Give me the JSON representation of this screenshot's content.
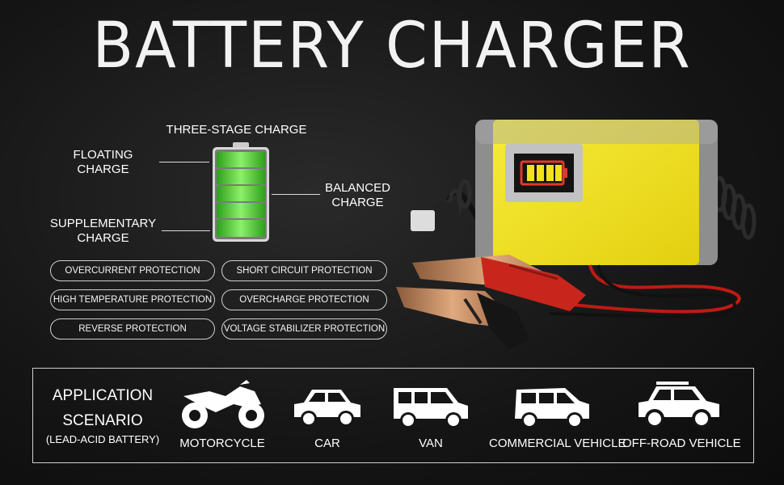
{
  "title": "BATTERY CHARGER",
  "charge_stages": {
    "heading": "THREE-STAGE CHARGE",
    "floating_line1": "FLOATING",
    "floating_line2": "CHARGE",
    "balanced_line1": "BALANCED",
    "balanced_line2": "CHARGE",
    "supplementary_line1": "SUPPLEMENTARY",
    "supplementary_line2": "CHARGE"
  },
  "protections": [
    "OVERCURRENT PROTECTION",
    "SHORT CIRCUIT PROTECTION",
    "HIGH TEMPERATURE PROTECTION",
    "OVERCHARGE PROTECTION",
    "REVERSE PROTECTION",
    "VOLTAGE STABILIZER PROTECTION"
  ],
  "application": {
    "title_line1": "APPLICATION",
    "title_line2": "SCENARIO",
    "subtitle": "(LEAD-ACID BATTERY)",
    "vehicles": [
      {
        "label": "MOTORCYCLE",
        "icon": "motorcycle-icon"
      },
      {
        "label": "CAR",
        "icon": "car-icon"
      },
      {
        "label": "VAN",
        "icon": "van-icon"
      },
      {
        "label": "COMMERCIAL VEHICLE",
        "icon": "commercial-vehicle-icon"
      },
      {
        "label": "OFF-ROAD VEHICLE",
        "icon": "off-road-vehicle-icon"
      }
    ]
  },
  "colors": {
    "battery_green": "#4cd137",
    "charger_yellow": "#f2e21c",
    "clamp_red": "#d62b1f",
    "clamp_copper": "#c98a5a"
  }
}
